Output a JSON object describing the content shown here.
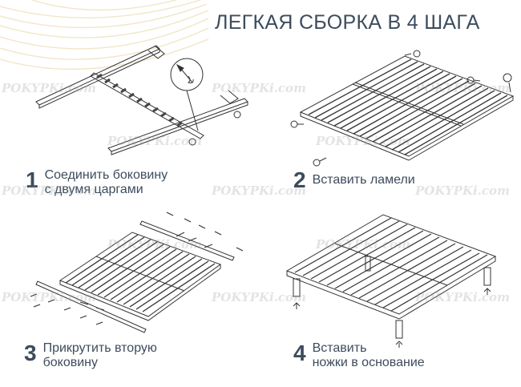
{
  "title": "ЛЕГКАЯ СБОРКА В 4 ШАГА",
  "steps": [
    {
      "number": "1",
      "text": "Соединить боковину\nс двумя царгами"
    },
    {
      "number": "2",
      "text": "Вставить ламели"
    },
    {
      "number": "3",
      "text": "Прикрутить вторую\nбоковину"
    },
    {
      "number": "4",
      "text": "Вставить\nножки в основание"
    }
  ],
  "watermark": "POKYPKi.com",
  "colors": {
    "text": "#3d4c5c",
    "lines": "#333333",
    "deco_arcs": "#f0e6c8"
  }
}
